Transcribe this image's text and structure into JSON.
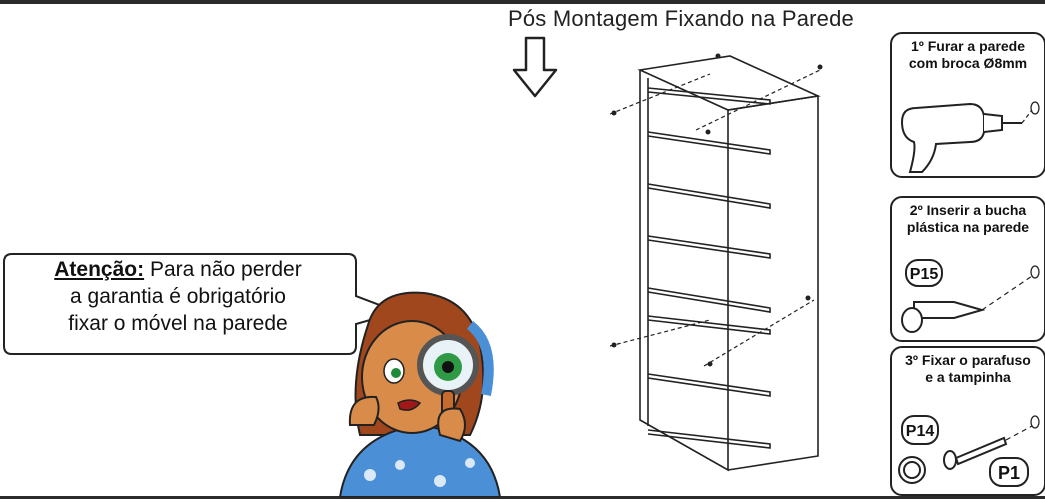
{
  "title": "Pós Montagem Fixando na Parede",
  "warning": {
    "label": "Atenção:",
    "line1": "Para não perder",
    "line2": "a garantia é obrigatório",
    "line3": "fixar o móvel na parede"
  },
  "steps": [
    {
      "line1": "1º Furar a parede",
      "line2": "com broca Ø8mm"
    },
    {
      "line1": "2º Inserir a bucha",
      "line2": "plástica na parede",
      "part": "P15"
    },
    {
      "line1": "3º Fixar o parafuso",
      "line2": "e a tampinha",
      "parts": [
        "P14",
        "P1"
      ]
    }
  ]
}
